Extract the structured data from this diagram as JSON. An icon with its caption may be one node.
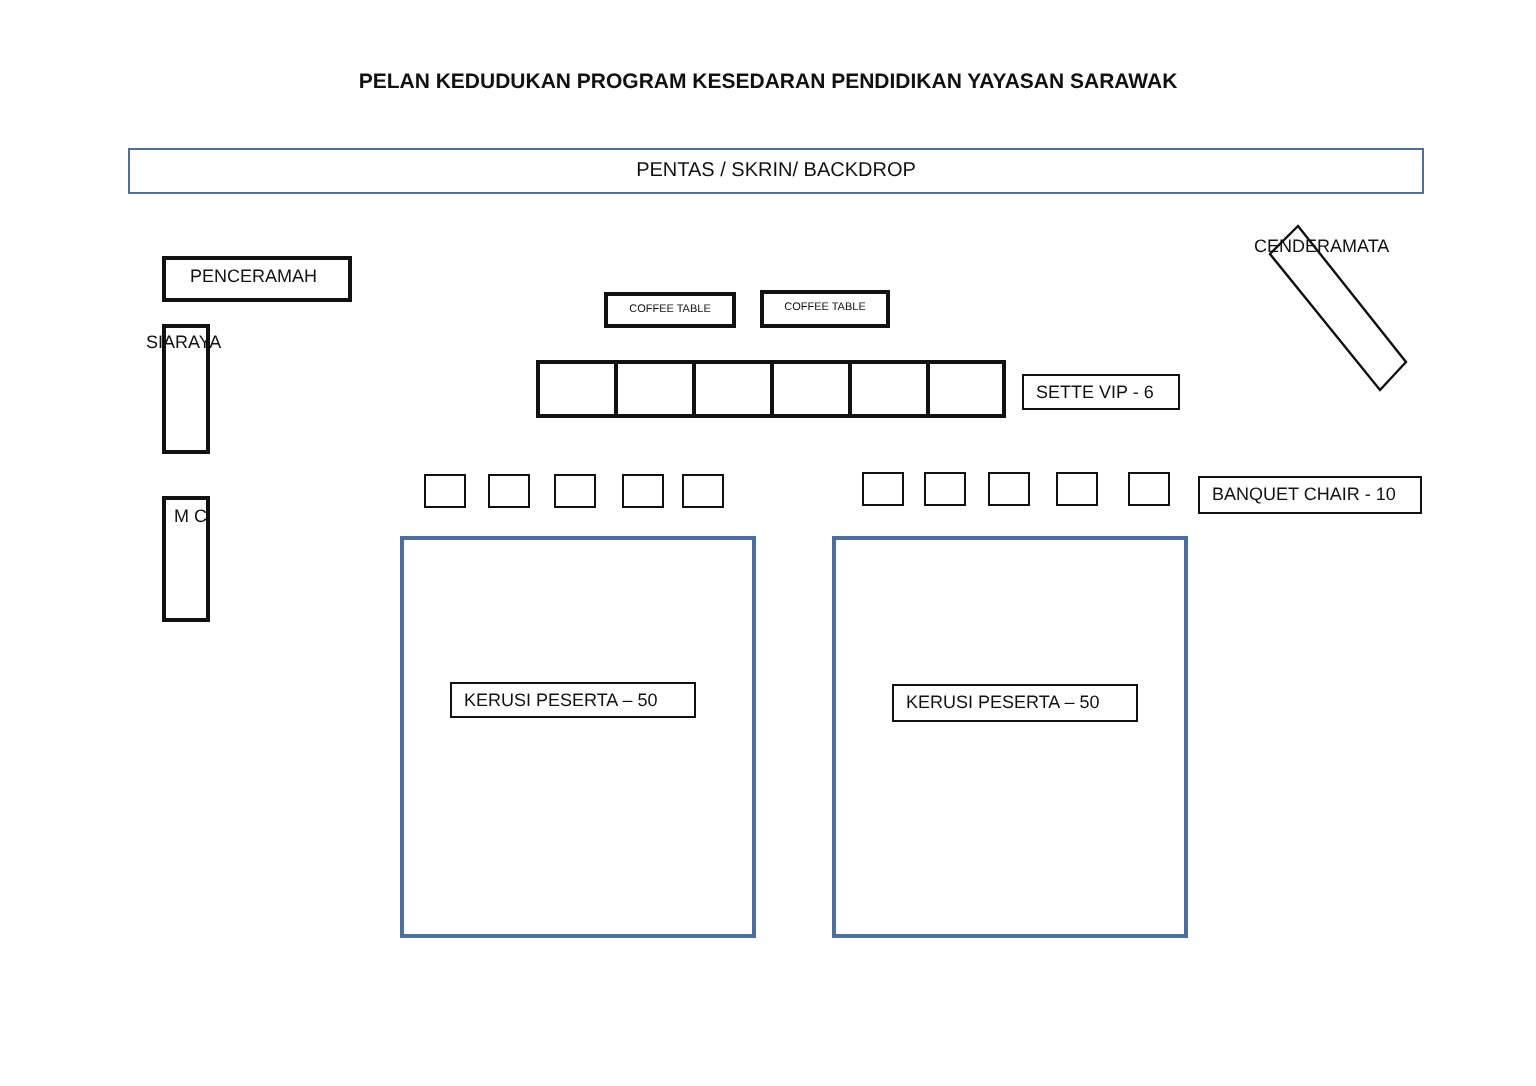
{
  "diagram": {
    "title": "PELAN KEDUDUKAN PROGRAM KESEDARAN PENDIDIKAN YAYASAN SARAWAK",
    "nodes": [
      {
        "text": [
          "PENTAS / SKRIN/ BACKDROP"
        ]
      },
      {
        "text": [
          "PENCERAMAH"
        ]
      },
      {
        "text": [
          "CENDERAMATA"
        ]
      },
      {
        "text": [
          "COFFEE TABLE"
        ]
      },
      {
        "text": [
          "COFFEE TABLE"
        ]
      },
      {
        "text": [
          "SIARAYA"
        ]
      },
      {
        "text": [],
        "shape": "box"
      },
      {
        "text": [],
        "shape": "box"
      },
      {
        "text": [],
        "shape": "box"
      },
      {
        "text": [],
        "shape": "box"
      },
      {
        "text": [],
        "shape": "box"
      },
      {
        "text": [],
        "shape": "box"
      },
      {
        "text": [
          "SETTE VIP - 6"
        ]
      },
      {
        "text": [],
        "shape": "box"
      },
      {
        "text": [],
        "shape": "box"
      },
      {
        "text": [],
        "shape": "box"
      },
      {
        "text": [],
        "shape": "box"
      },
      {
        "text": [],
        "shape": "box"
      },
      {
        "text": [],
        "shape": "box"
      },
      {
        "text": [],
        "shape": "box"
      },
      {
        "text": [],
        "shape": "box"
      },
      {
        "text": [],
        "shape": "box"
      },
      {
        "text": [],
        "shape": "box"
      },
      {
        "text": [
          "BANQUET CHAIR - 10"
        ]
      },
      {
        "text": [
          "M C"
        ]
      },
      {
        "text": [],
        "shape": "box"
      },
      {
        "text": [
          "KERUSI PESERTA – 50"
        ],
        "in": 25
      },
      {
        "text": [],
        "shape": "box"
      },
      {
        "text": [
          "KERUSI PESERTA – 50"
        ],
        "in": 27
      }
    ]
  }
}
